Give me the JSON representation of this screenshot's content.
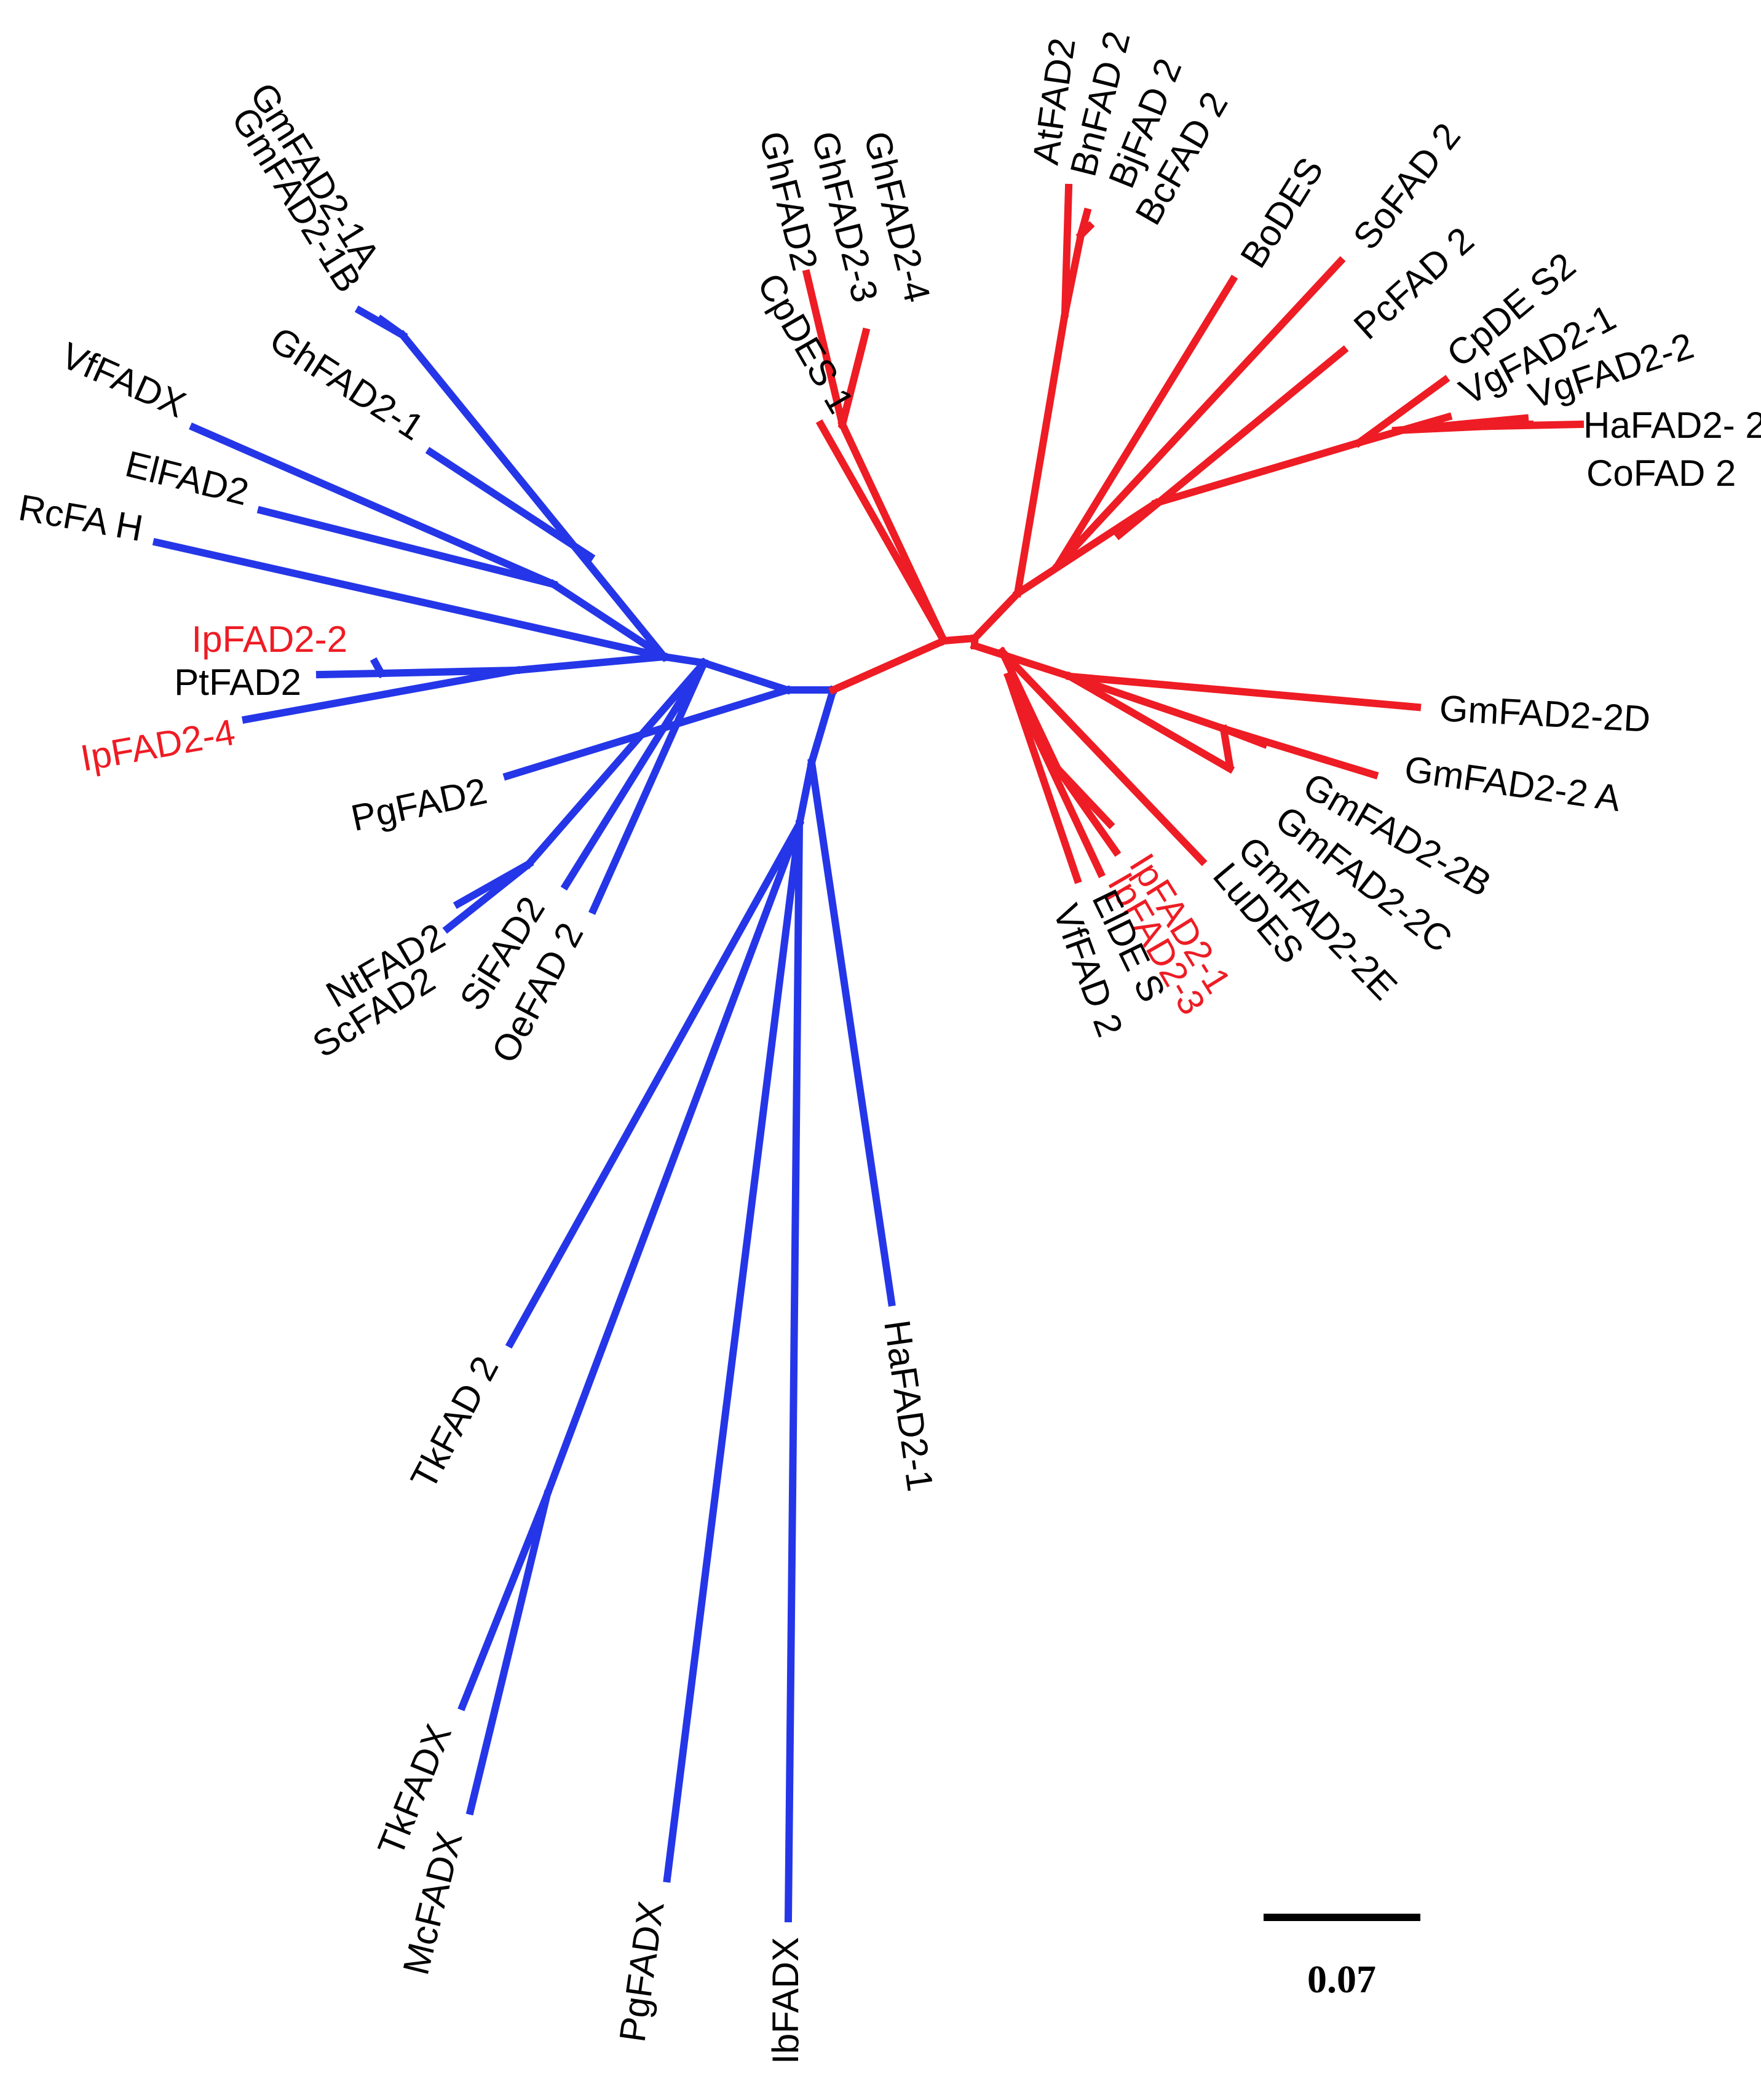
{
  "colors": {
    "clade_a": "#2536e8",
    "clade_b": "#ee1c24",
    "label_default": "#000000",
    "label_highlight": "#ee1c24"
  },
  "scale_bar": {
    "value": "0.07"
  },
  "leaves": {
    "gmfad2_1a": "GmFAD2-1A",
    "gmfad2_1b": "GmFAD2-1B",
    "ghfad2_1": "GhFAD2-1",
    "vffadx": "VfFADX",
    "elfad2": "ElFAD2",
    "rcfah": "RcFA H",
    "ipfad2_2": "IpFAD2-2",
    "ptfad2": "PtFAD2",
    "ipfad2_4": "IpFAD2-4",
    "pgfad2": "PgFAD2",
    "ntfad2": "NtFAD2",
    "scfad2": "ScFAD2",
    "sifad2": "SiFAD2",
    "oefad2": "OeFAD 2",
    "tkfad2": "TkFAD 2",
    "tkfadx": "TkFADX",
    "mcfadx": "McFADX",
    "pgfadx": "PgFADX",
    "ibfadx": "IbFADX",
    "hafad2_1": "HaFAD2-1",
    "ghfad2": "GhFAD2",
    "ghfad2_3": "GhFAD2-3",
    "ghfad2_4": "GhFAD2-4",
    "cpdes1": "CpDES 1",
    "atfad2": "AtFAD2",
    "bnfad2": "BnFAD 2",
    "bjfad2": "BjFAD 2",
    "bcfad2": "BcFAD 2",
    "bodes": "BoDES",
    "sofad2": "SoFAD 2",
    "pcfad2": "PcFAD 2",
    "cpdes2": "CpDE S2",
    "vgfad2_1": "VgFAD2-1",
    "vgfad2_2": "VgFAD2-2",
    "hafad2_2": "HaFAD2- 2",
    "cofad2": "CoFAD 2",
    "gmfad2_2d": "GmFAD2-2D",
    "gmfad2_2a": "GmFAD2-2 A",
    "gmfad2_2b": "GmFAD2-2B",
    "gmfad2_2c": "GmFAD2-2C",
    "gmfad2_2e": "GmFAD2-2E",
    "ludes": "LuDES",
    "ipfad2_1": "IpFAD2-1",
    "ipfad2_3": "IpFAD2-3",
    "eldes": "ElDE S",
    "vffad2": "VfFAD 2"
  }
}
